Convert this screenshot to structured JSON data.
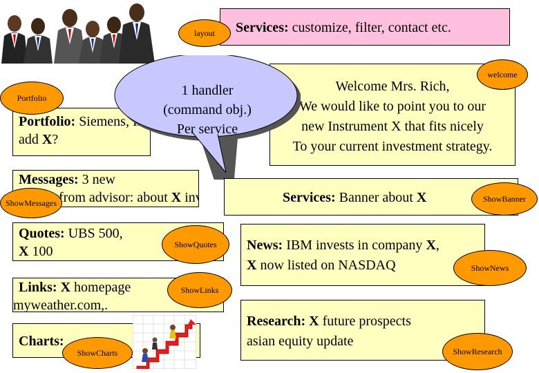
{
  "people_image": {
    "icon": "business-people-group-icon"
  },
  "services_top": {
    "label": "Services:",
    "text": " customize, filter, contact etc."
  },
  "ovals": {
    "layout": "layout",
    "portfolio": "Portfolio",
    "welcome": "welcome",
    "show_messages": "ShowMessages",
    "show_banner": "ShowBanner",
    "show_quotes": "ShowQuotes",
    "show_news": "ShowNews",
    "show_links": "ShowLinks",
    "show_charts": "ShowCharts",
    "show_research": "ShowResearch"
  },
  "callout": {
    "line1": "1 handler",
    "line2": "(command obj.)",
    "line3": "Per service"
  },
  "welcome": {
    "line1": "Welcome Mrs. Rich,",
    "line2": "We would like to point you to our",
    "line3": "new Instrument X that fits nicely",
    "line4": "To your current investment strategy."
  },
  "portfolio": {
    "label": "Portfolio:",
    "line1": " Siemens, IBM,",
    "line2_pre": " add ",
    "line2_x": "X",
    "line2_post": "?"
  },
  "messages": {
    "label": "Messages:",
    "line1": " 3 new",
    "line2_pre": "from advisor: about ",
    "line2_x": "X",
    "line2_post": " inv."
  },
  "banner": {
    "label": "Services:",
    "text": " Banner about ",
    "x": "X"
  },
  "quotes": {
    "label": "Quotes:",
    "line1": " UBS 500,",
    "line2_x": "X",
    "line2_post": " 100"
  },
  "news": {
    "label": "News:",
    "line1": " IBM invests in company ",
    "line1_x": "X",
    "line1_post": ",",
    "line2_x": "X",
    "line2_post": " now listed on NASDAQ"
  },
  "links": {
    "label": "Links:",
    "line1_pre": " ",
    "line1_x": "X",
    "line1_post": " homepage",
    "line2": "myweather.com,."
  },
  "charts": {
    "label": "Charts:",
    "climb_icon": "stairs-growth-chart-icon"
  },
  "research": {
    "label": "Research:",
    "line1_pre": " ",
    "line1_x": "X",
    "line1_post": " future prospects",
    "line2": " asian equity update"
  }
}
